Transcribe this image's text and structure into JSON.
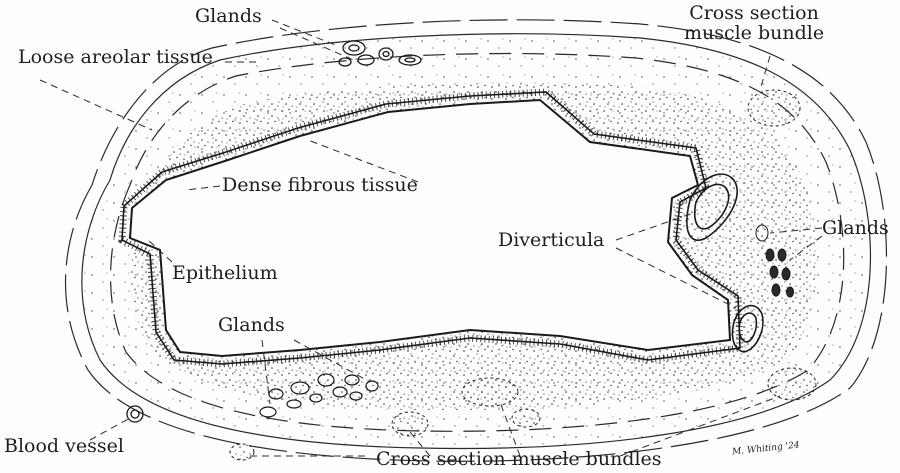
{
  "labels": {
    "glands_top": "Glands",
    "cross_section_top_line1": "Cross section",
    "cross_section_top_line2": "muscle bundle",
    "loose_areolar": "Loose areolar tissue",
    "dense_fibrous": "Dense fibrous tissue",
    "epithelium": "Epithelium",
    "diverticula": "Diverticula",
    "glands_right": "Glands",
    "glands_low": "Glands",
    "blood_vessel": "Blood vessel",
    "cross_section_bottom": "Cross section muscle bundles"
  },
  "signature": "M. Whiting '24",
  "colors": {
    "ink": "#1e1e1e",
    "paper": "#fdfdfb"
  }
}
